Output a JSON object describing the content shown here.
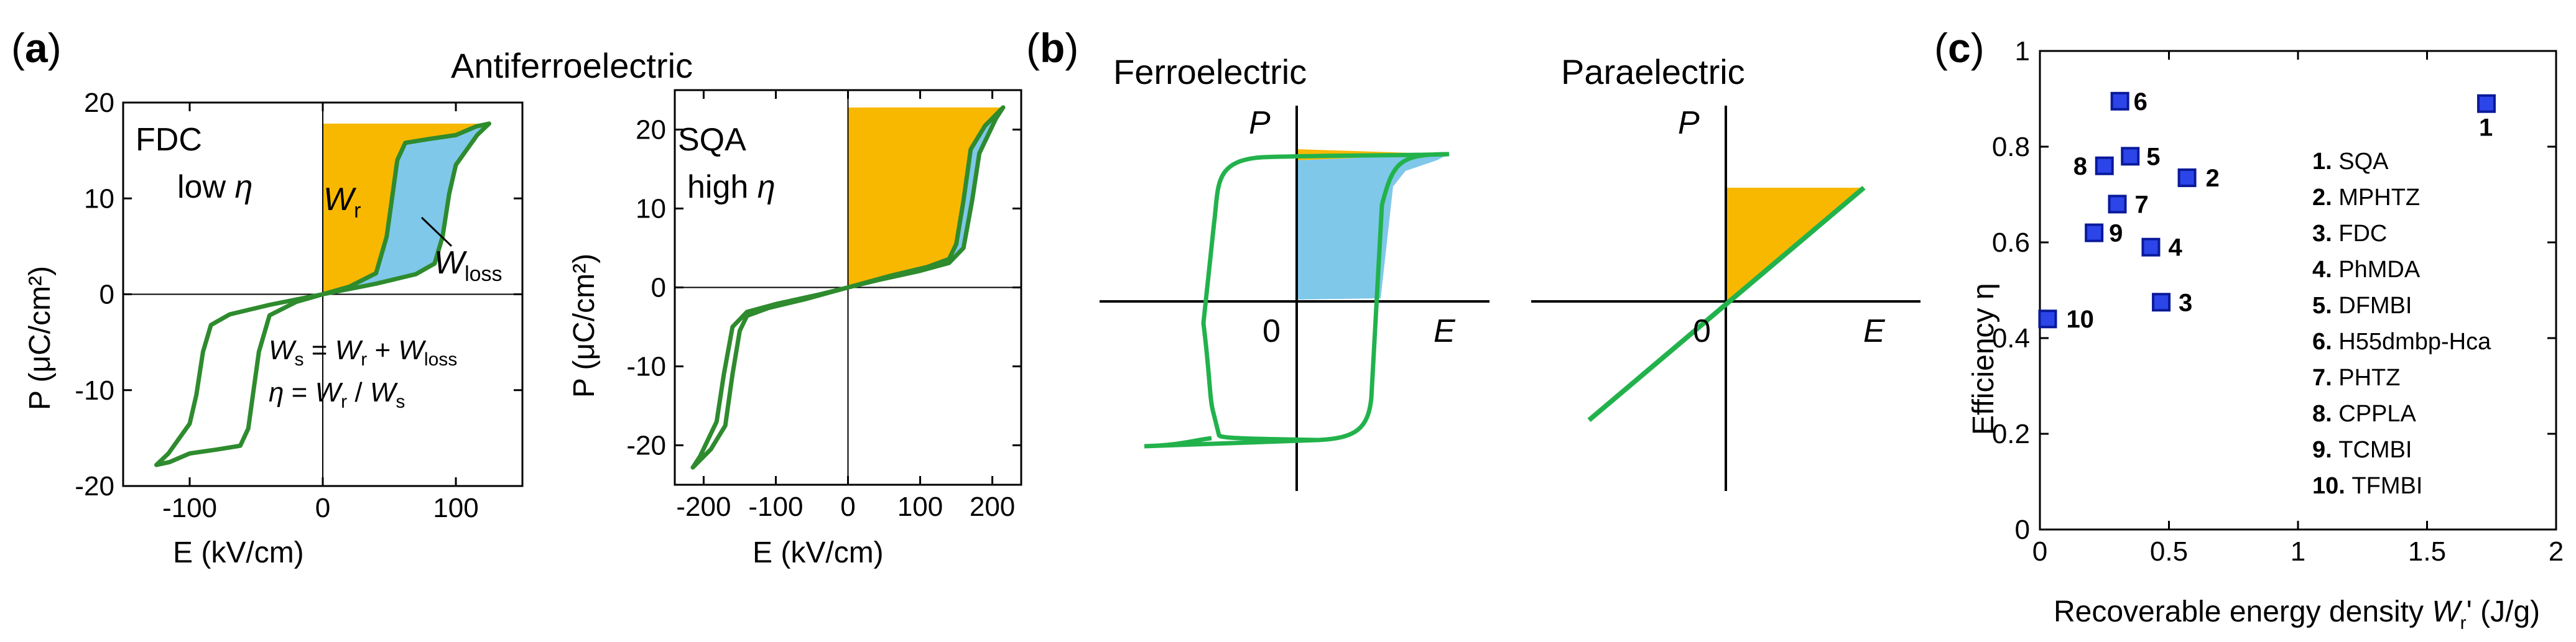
{
  "panels": {
    "a": "a",
    "b": "b",
    "c": "c"
  },
  "titles": {
    "antiferroelectric": "Antiferroelectric",
    "ferroelectric": "Ferroelectric",
    "paraelectric": "Paraelectric"
  },
  "fdc": {
    "name": "FDC",
    "eta_label_prefix": "low ",
    "eta_symbol": "η",
    "wr_main": "W",
    "wr_sub": "r",
    "wloss_main": "W",
    "wloss_sub": "loss",
    "eq1": [
      "W",
      "s",
      " = ",
      "W",
      "r",
      " + ",
      "W",
      "loss"
    ],
    "eq2": [
      "η",
      " = ",
      "W",
      "r",
      " / ",
      "W",
      "s"
    ]
  },
  "sqa": {
    "name": "SQA",
    "eta_label_prefix": "high ",
    "eta_symbol": "η"
  },
  "schematic": {
    "p_label": "P",
    "e_label": "E",
    "origin": "0"
  },
  "colors": {
    "loop": "#2e8b2e",
    "loop_light": "#22b24c",
    "recoverable": "#f9b800",
    "loss": "#7fc8ea",
    "marker": "#2b45e8",
    "marker_edge": "#0a1a9a"
  },
  "chart_data": [
    {
      "id": "fdc_loop",
      "type": "line",
      "title": "",
      "xlabel": "E  (kV/cm)",
      "ylabel": "P (μC/cm²)",
      "xlim": [
        -150,
        150
      ],
      "ylim": [
        -20,
        20
      ],
      "xticks": [
        -100,
        0,
        100
      ],
      "yticks": [
        -20,
        -10,
        0,
        10,
        20
      ],
      "series": [
        {
          "values": [
            [
              0,
              0
            ],
            [
              20,
              0.8
            ],
            [
              40,
              2.2
            ],
            [
              48,
              6
            ],
            [
              52,
              10
            ],
            [
              56,
              14
            ],
            [
              62,
              15.8
            ],
            [
              80,
              16.2
            ],
            [
              100,
              16.6
            ],
            [
              115,
              17.5
            ],
            [
              125,
              17.8
            ],
            [
              116,
              16.6
            ],
            [
              100,
              13.5
            ],
            [
              95,
              10.5
            ],
            [
              90,
              6
            ],
            [
              84,
              3.2
            ],
            [
              70,
              2.1
            ],
            [
              40,
              1.1
            ],
            [
              0,
              0
            ],
            [
              -20,
              -0.8
            ],
            [
              -40,
              -2.2
            ],
            [
              -48,
              -6
            ],
            [
              -52,
              -10
            ],
            [
              -56,
              -14
            ],
            [
              -62,
              -15.8
            ],
            [
              -80,
              -16.2
            ],
            [
              -100,
              -16.6
            ],
            [
              -115,
              -17.5
            ],
            [
              -125,
              -17.8
            ],
            [
              -116,
              -16.6
            ],
            [
              -100,
              -13.5
            ],
            [
              -95,
              -10.5
            ],
            [
              -90,
              -6
            ],
            [
              -84,
              -3.2
            ],
            [
              -70,
              -2.1
            ],
            [
              -40,
              -1.1
            ],
            [
              0,
              0
            ]
          ]
        }
      ]
    },
    {
      "id": "sqa_loop",
      "type": "line",
      "title": "",
      "xlabel": "E  (kV/cm)",
      "ylabel": "P (μC/cm²)",
      "xlim": [
        -240,
        240
      ],
      "ylim": [
        -25,
        25
      ],
      "xticks": [
        -200,
        -100,
        0,
        100,
        200
      ],
      "yticks": [
        -20,
        -10,
        0,
        10,
        20
      ],
      "series": [
        {
          "values": [
            [
              0,
              0
            ],
            [
              60,
              1.5
            ],
            [
              110,
              2.6
            ],
            [
              140,
              3.6
            ],
            [
              150,
              5.5
            ],
            [
              160,
              11
            ],
            [
              170,
              17.5
            ],
            [
              190,
              20.5
            ],
            [
              215,
              22.8
            ],
            [
              205,
              21.4
            ],
            [
              182,
              17
            ],
            [
              172,
              11
            ],
            [
              160,
              5
            ],
            [
              140,
              3.1
            ],
            [
              100,
              2.1
            ],
            [
              40,
              0.9
            ],
            [
              0,
              0
            ],
            [
              -60,
              -1.5
            ],
            [
              -110,
              -2.6
            ],
            [
              -140,
              -3.6
            ],
            [
              -150,
              -5.5
            ],
            [
              -160,
              -11
            ],
            [
              -170,
              -17.5
            ],
            [
              -190,
              -20.5
            ],
            [
              -215,
              -22.8
            ],
            [
              -205,
              -21.4
            ],
            [
              -182,
              -17
            ],
            [
              -172,
              -11
            ],
            [
              -160,
              -5
            ],
            [
              -140,
              -3.1
            ],
            [
              -100,
              -2.1
            ],
            [
              -40,
              -0.9
            ],
            [
              0,
              0
            ]
          ]
        }
      ]
    },
    {
      "id": "efficiency_vs_energy",
      "type": "scatter",
      "title": "",
      "xlabel": "Recoverable energy density W'r (J/g)",
      "ylabel": "Efficiency  η",
      "xlim": [
        0,
        2
      ],
      "ylim": [
        0,
        1
      ],
      "xticks": [
        0,
        0.5,
        1,
        1.5,
        2
      ],
      "xtick_labels": [
        "0",
        "0.5",
        "1",
        "1.5",
        "2"
      ],
      "yticks": [
        0,
        0.2,
        0.4,
        0.6,
        0.8,
        1
      ],
      "ytick_labels": [
        "0",
        "0.2",
        "0.4",
        "0.6",
        "0.8",
        "1"
      ],
      "points": [
        {
          "label": "1",
          "x": 1.73,
          "y": 0.89
        },
        {
          "label": "2",
          "x": 0.57,
          "y": 0.735
        },
        {
          "label": "3",
          "x": 0.47,
          "y": 0.475
        },
        {
          "label": "4",
          "x": 0.43,
          "y": 0.59
        },
        {
          "label": "5",
          "x": 0.35,
          "y": 0.78
        },
        {
          "label": "6",
          "x": 0.31,
          "y": 0.895
        },
        {
          "label": "7",
          "x": 0.3,
          "y": 0.68
        },
        {
          "label": "8",
          "x": 0.25,
          "y": 0.76
        },
        {
          "label": "9",
          "x": 0.21,
          "y": 0.62
        },
        {
          "label": "10",
          "x": 0.03,
          "y": 0.44
        }
      ],
      "legend": [
        {
          "num": "1.",
          "name": "SQA"
        },
        {
          "num": "2.",
          "name": "MPHTZ"
        },
        {
          "num": "3.",
          "name": "FDC"
        },
        {
          "num": "4.",
          "name": "PhMDA"
        },
        {
          "num": "5.",
          "name": "DFMBI"
        },
        {
          "num": "6.",
          "name": "H55dmbp-Hca"
        },
        {
          "num": "7.",
          "name": "PHTZ"
        },
        {
          "num": "8.",
          "name": "CPPLA"
        },
        {
          "num": "9.",
          "name": "TCMBI"
        },
        {
          "num": "10.",
          "name": "TFMBI"
        }
      ]
    }
  ]
}
